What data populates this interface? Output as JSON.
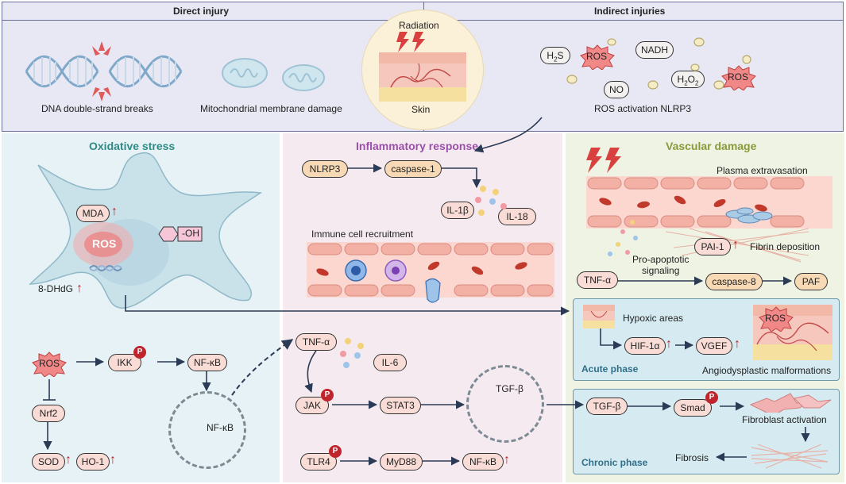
{
  "top": {
    "direct_header": "Direct injury",
    "indirect_header": "Indirect injuries",
    "dna_label": "DNA double-strand breaks",
    "mito_label": "Mitochondrial membrane damage",
    "radiation_label": "Radiation",
    "skin_label": "Skin",
    "ros_activation_label": "ROS activation NLRP3",
    "molecules": {
      "h2s": "H",
      "h2s_sub": "2",
      "h2s_s": "S",
      "ros": "ROS",
      "nadh": "NADH",
      "no": "NO",
      "h2o2_h": "H",
      "h2o2_sub1": "2",
      "h2o2_o": "O",
      "h2o2_sub2": "2",
      "ros2": "ROS"
    }
  },
  "oxidative": {
    "title": "Oxidative stress",
    "mda": "MDA",
    "ros": "ROS",
    "oh": "-OH",
    "dhdg": "8-DHdG",
    "ros_node": "ROS",
    "ikk": "IKK",
    "nfkb": "NF-κB",
    "nrf2": "Nrf2",
    "nfkb_nucleus": "NF-κB",
    "sod": "SOD",
    "ho1": "HO-1",
    "p": "P"
  },
  "inflammatory": {
    "title": "Inflammatory response",
    "nlrp3": "NLRP3",
    "caspase1": "caspase-1",
    "il1b": "IL-1β",
    "il18": "IL-18",
    "immune": "Immune cell recruitment",
    "tnfa": "TNF-α",
    "il6": "IL-6",
    "jak": "JAK",
    "stat3": "STAT3",
    "tgfb": "TGF-β",
    "tlr4": "TLR4",
    "myd88": "MyD88",
    "nfkb": "NF-κB",
    "p": "P"
  },
  "vascular": {
    "title": "Vascular damage",
    "plasma": "Plasma extravasation",
    "pai1": "PAI-1",
    "fibrin": "Fibrin deposition",
    "pro_apoptotic_1": "Pro-apoptotic",
    "pro_apoptotic_2": "signaling",
    "tnfa": "TNF-α",
    "caspase8": "caspase-8",
    "paf": "PAF",
    "hypoxic": "Hypoxic areas",
    "hif": "HIF-1α",
    "vgef": "VGEF",
    "ros": "ROS",
    "acute": "Acute phase",
    "angio": "Angiodysplastic malformations",
    "tgfb": "TGF-β",
    "smad": "Smad",
    "fibroblast": "Fibroblast activation",
    "chronic": "Chronic phase",
    "fibrosis": "Fibrosis",
    "p": "P"
  },
  "colors": {
    "top_bg": "#e8e8f5",
    "oxidative_bg": "#e6f2f5",
    "inflammatory_bg": "#f6eaf1",
    "vascular_bg": "#eef3e3",
    "oxidative_title": "#2f8a85",
    "inflammatory_title": "#9a4fa8",
    "vascular_title": "#8a9a3a",
    "phase_box": "#d6ebf1",
    "arrow": "#2b3a55"
  }
}
